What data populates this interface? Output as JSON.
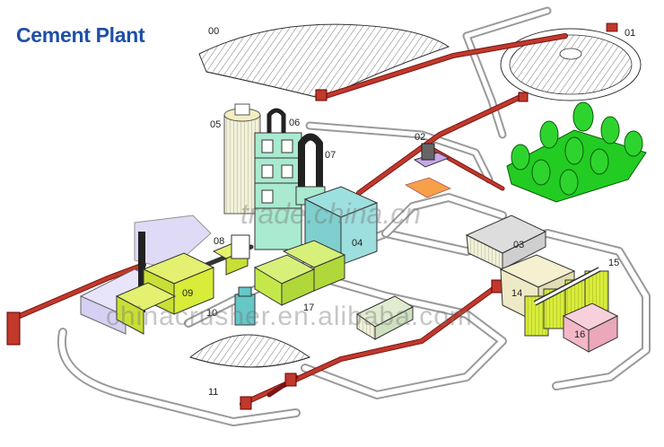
{
  "title": "Cement Plant",
  "labels": {
    "l00": "00",
    "l01": "01",
    "l02": "02",
    "l03": "03",
    "l04": "04",
    "l05": "05",
    "l06": "06",
    "l07": "07",
    "l08": "08",
    "l09": "09",
    "l10": "10",
    "l11": "11",
    "l14": "14",
    "l15": "15",
    "l16": "16",
    "l17": "17"
  },
  "watermarks": {
    "top": "trade.china.cn",
    "bottom": "chinacrusher.en.alibaba.com"
  },
  "colors": {
    "road": "#9a9a9a",
    "conveyor": "#b02a2a",
    "tower": "#a9ead0",
    "building_green": "#c4e84a",
    "building_teal": "#7fcfcf",
    "building_pink": "#f4b8c8",
    "building_tan": "#eeeac6",
    "building_lavender": "#dcd6f4",
    "trees": "#22cc22",
    "title": "#1e4fa8"
  }
}
